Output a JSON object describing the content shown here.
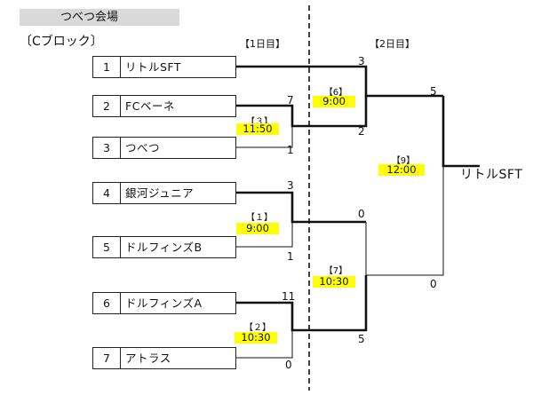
{
  "venue": "つべつ会場",
  "block": "〔Cブロック〕",
  "days": {
    "day1": "【1日目】",
    "day2": "【2日目】"
  },
  "teams": [
    {
      "no": "1",
      "name": "リトルSFT"
    },
    {
      "no": "2",
      "name": "FCベーネ"
    },
    {
      "no": "3",
      "name": "つべつ"
    },
    {
      "no": "4",
      "name": "銀河ジュニア"
    },
    {
      "no": "5",
      "name": "ドルフィンズB"
    },
    {
      "no": "6",
      "name": "ドルフィンズA"
    },
    {
      "no": "7",
      "name": "アトラス"
    }
  ],
  "matches": [
    {
      "label": "【１】",
      "time": "9:00"
    },
    {
      "label": "【２】",
      "time": "10:30"
    },
    {
      "label": "【３】",
      "time": "11:50"
    },
    {
      "label": "【6】",
      "time": "9:00"
    },
    {
      "label": "【7】",
      "time": "10:30"
    },
    {
      "label": "【9】",
      "time": "12:00"
    }
  ],
  "scores": {
    "m1_top": "3",
    "m1_bot": "1",
    "m2_top": "11",
    "m2_bot": "0",
    "m3_top": "7",
    "m3_bot": "1",
    "m6_top": "3",
    "m6_bot": "2",
    "m7_top": "0",
    "m7_bot": "5",
    "m9_top": "5",
    "m9_bot": "0"
  },
  "winner": "リトルSFT"
}
